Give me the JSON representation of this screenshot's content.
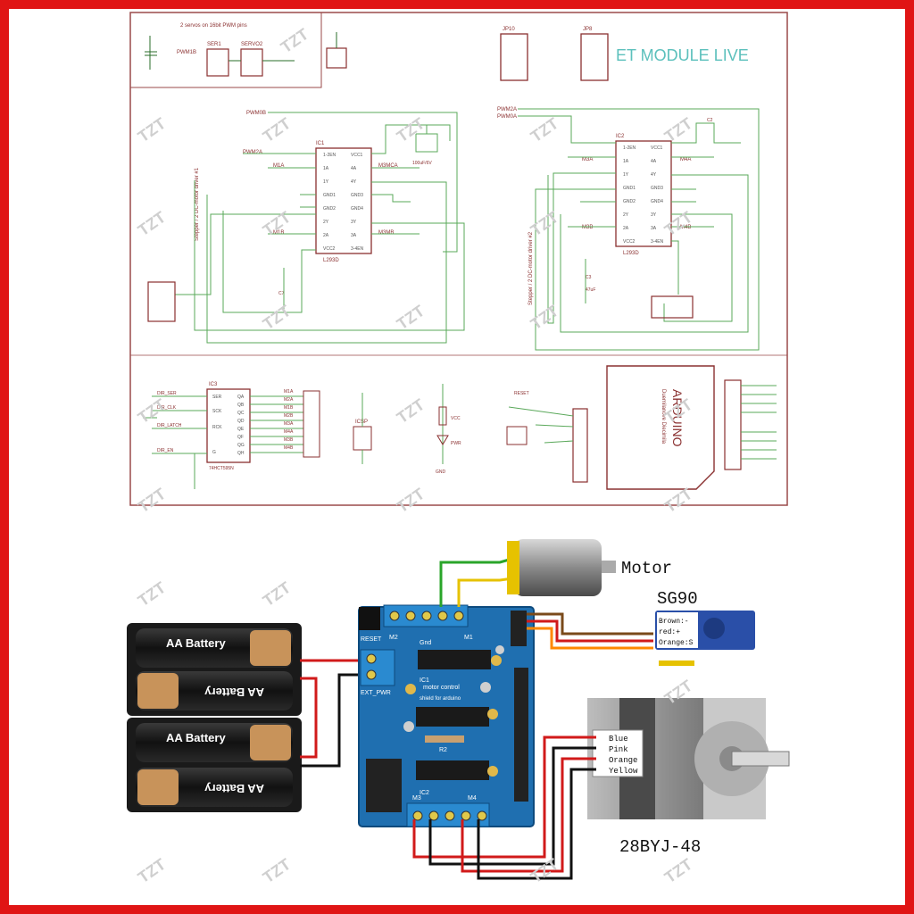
{
  "schematic": {
    "brand_label": "ET MODULE LIVE",
    "servo_header_note": "2 servos on 16bit PWM pins",
    "servo_connectors": [
      "SER1",
      "SERVO2"
    ],
    "pwm_labels": [
      "PWM1B",
      "PWM0B",
      "PWM2A",
      "PWM0A"
    ],
    "jumper_labels": [
      "JP10",
      "JP8"
    ],
    "ic1": {
      "name": "IC1",
      "part": "L293D",
      "side_note": "Stepper / 2 DC-motor driver #1",
      "left_pins": [
        "1-2EN",
        "1A",
        "1Y",
        "GND1",
        "GND2",
        "2Y",
        "2A",
        "VCC2"
      ],
      "right_pins": [
        "VCC1",
        "4A",
        "4Y",
        "GND3",
        "GND4",
        "3Y",
        "3A",
        "3-4EN"
      ],
      "net_labels": [
        "PWM2A",
        "M1A",
        "M1B",
        "M3MCA",
        "M3MB"
      ]
    },
    "ic2": {
      "name": "IC2",
      "part": "L293D",
      "side_note": "Stepper / 2 DC-motor driver #2",
      "left_pins": [
        "1-2EN",
        "1A",
        "1Y",
        "GND1",
        "GND2",
        "2Y",
        "2A",
        "VCC2"
      ],
      "right_pins": [
        "VCC1",
        "4A",
        "4Y",
        "GND3",
        "GND4",
        "3Y",
        "3A",
        "3-4EN"
      ],
      "net_labels": [
        "M3A",
        "M3B",
        "M4A",
        "M4B"
      ]
    },
    "capacitors": [
      "100uF/6V",
      "47uF",
      "C2",
      "C3",
      "C7"
    ],
    "ic3": {
      "name": "IC3",
      "part": "74HCT595N",
      "left_pins": [
        "SER",
        "SCK",
        "RCK",
        "G"
      ],
      "right_pins": [
        "QA",
        "QB",
        "QC",
        "QD",
        "QE",
        "QF",
        "QG",
        "QH"
      ],
      "net_labels": [
        "DIR_SER",
        "DIR_CLK",
        "DIR_LATCH",
        "DIR_EN"
      ],
      "outputs": [
        "M1A",
        "M2A",
        "M1B",
        "M2B",
        "M3A",
        "M4A",
        "M3B",
        "M4B"
      ]
    },
    "icsp_label": "ICSP",
    "power_labels": [
      "VCC",
      "GND",
      "PWR"
    ],
    "arduino": {
      "title": "ARDUINO",
      "subtitle": "Duemilanove Diecimila",
      "reset_label": "RESET"
    }
  },
  "wiring": {
    "motor_label": "Motor",
    "servo_label": "SG90",
    "servo_wires": [
      "Brown:-",
      "red:+",
      "Orange:S"
    ],
    "stepper_label": "28BYJ-48",
    "stepper_wires": [
      "Blue",
      "Pink",
      "Orange",
      "Yellow"
    ],
    "battery_labels": [
      "AA Battery",
      "AA Battery",
      "AA Battery",
      "AA Battery"
    ],
    "board_labels": [
      "RESET",
      "EXT_PWR",
      "motor control",
      "shield for arduino",
      "M1",
      "M2",
      "M3",
      "M4",
      "Gnd",
      "R2",
      "IC1",
      "IC2"
    ],
    "watermark": "TZT",
    "colors": {
      "frame": "#e01515",
      "board": "#1f6fb0",
      "wire_red": "#d11a1a",
      "wire_black": "#111111",
      "wire_orange": "#ff8800",
      "wire_brown": "#7a4a1a",
      "wire_yellow": "#e6c200",
      "wire_green": "#2aa52a",
      "trace_green": "#4aa04a",
      "trace_dark": "#7a2020",
      "battery_tan": "#c8935a"
    }
  }
}
